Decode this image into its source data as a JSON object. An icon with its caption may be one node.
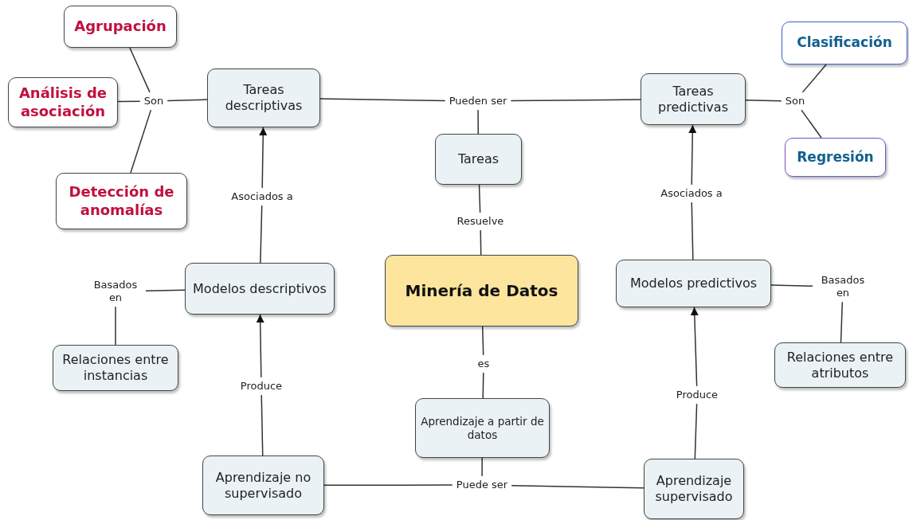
{
  "diagram": {
    "nodes": [
      {
        "text": [
          "Agrupación"
        ]
      },
      {
        "text": [
          "Análisis de asociación"
        ]
      },
      {
        "text": [
          "Detección de anomalías"
        ]
      },
      {
        "text": [
          "Tareas descriptivas"
        ]
      },
      {
        "text": [
          "Tareas"
        ]
      },
      {
        "text": [
          "Tareas predictivas"
        ]
      },
      {
        "text": [
          "Clasificación"
        ]
      },
      {
        "text": [
          "Regresión"
        ]
      },
      {
        "text": [
          "Modelos descriptivos"
        ]
      },
      {
        "text": [
          "Minería de Datos"
        ]
      },
      {
        "text": [
          "Modelos predictivos"
        ]
      },
      {
        "text": [
          "Relaciones entre instancias"
        ]
      },
      {
        "text": [
          "Relaciones entre atributos"
        ]
      },
      {
        "text": [
          "Aprendizaje a partir de datos"
        ]
      },
      {
        "text": [
          "Aprendizaje no supervisado"
        ]
      },
      {
        "text": [
          "Aprendizaje supervisado"
        ]
      },
      {
        "text": [
          "Son"
        ]
      },
      {
        "text": [
          "Pueden ser"
        ]
      },
      {
        "text": [
          "Son"
        ]
      },
      {
        "text": [
          "Asociados a"
        ]
      },
      {
        "text": [
          "Resuelve"
        ]
      },
      {
        "text": [
          "Asociados a"
        ]
      },
      {
        "text": [
          "Basados en"
        ]
      },
      {
        "text": [
          "Basados en"
        ]
      },
      {
        "text": [
          "es"
        ]
      },
      {
        "text": [
          "Produce"
        ]
      },
      {
        "text": [
          "Produce"
        ]
      },
      {
        "text": [
          "Puede ser"
        ]
      }
    ],
    "edges": [
      {
        "from": 3,
        "to": 16,
        "arrow": "none"
      },
      {
        "from": 16,
        "to": 0,
        "arrow": "none"
      },
      {
        "from": 16,
        "to": 1,
        "arrow": "none"
      },
      {
        "from": 16,
        "to": 2,
        "arrow": "none"
      },
      {
        "from": 4,
        "to": 17,
        "arrow": "none"
      },
      {
        "from": 17,
        "to": 3,
        "arrow": "none"
      },
      {
        "from": 17,
        "to": 5,
        "arrow": "none"
      },
      {
        "from": 5,
        "to": 18,
        "arrow": "none"
      },
      {
        "from": 18,
        "to": 6,
        "arrow": "none"
      },
      {
        "from": 18,
        "to": 7,
        "arrow": "none"
      },
      {
        "from": 8,
        "to": 19,
        "arrow": "none"
      },
      {
        "from": 19,
        "to": 3,
        "arrow": "to"
      },
      {
        "from": 9,
        "to": 20,
        "arrow": "none"
      },
      {
        "from": 20,
        "to": 4,
        "arrow": "none"
      },
      {
        "from": 10,
        "to": 21,
        "arrow": "none"
      },
      {
        "from": 21,
        "to": 5,
        "arrow": "to"
      },
      {
        "from": 8,
        "to": 22,
        "arrow": "none"
      },
      {
        "from": 22,
        "to": 11,
        "arrow": "none"
      },
      {
        "from": 10,
        "to": 23,
        "arrow": "none"
      },
      {
        "from": 23,
        "to": 12,
        "arrow": "none"
      },
      {
        "from": 9,
        "to": 24,
        "arrow": "none"
      },
      {
        "from": 24,
        "to": 13,
        "arrow": "none"
      },
      {
        "from": 14,
        "to": 25,
        "arrow": "none"
      },
      {
        "from": 25,
        "to": 8,
        "arrow": "to"
      },
      {
        "from": 15,
        "to": 26,
        "arrow": "none"
      },
      {
        "from": 26,
        "to": 10,
        "arrow": "to"
      },
      {
        "from": 13,
        "to": 27,
        "arrow": "none"
      },
      {
        "from": 27,
        "to": 14,
        "arrow": "none"
      },
      {
        "from": 27,
        "to": 15,
        "arrow": "none"
      }
    ]
  }
}
